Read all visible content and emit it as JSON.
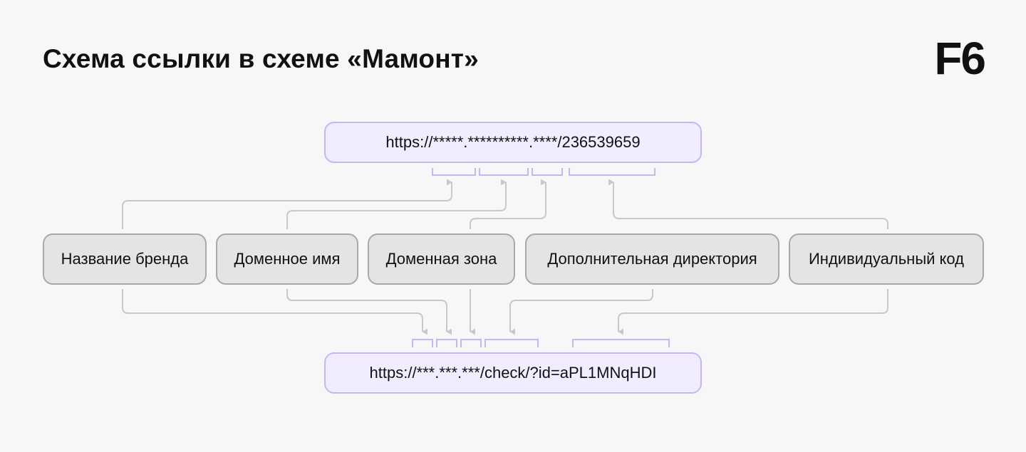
{
  "title": "Схема ссылки в схеме «Мамонт»",
  "logo": "F6",
  "urls": {
    "top": "https://*****.**********.****/236539659",
    "bottom": "https://***.***.***/check/?id=aPL1MNqHDI"
  },
  "labels": [
    "Название бренда",
    "Доменное имя",
    "Доменная зона",
    "Дополнительная директория",
    "Индивидуальный код"
  ],
  "colors": {
    "background": "#f7f7f7",
    "url_fill": "#f1ecff",
    "url_border": "#c7b6f5",
    "chip_fill": "#e4e4e4",
    "chip_border": "#a9a9a9",
    "connector": "#c8c8c8",
    "bracket": "#c7b6f5"
  }
}
